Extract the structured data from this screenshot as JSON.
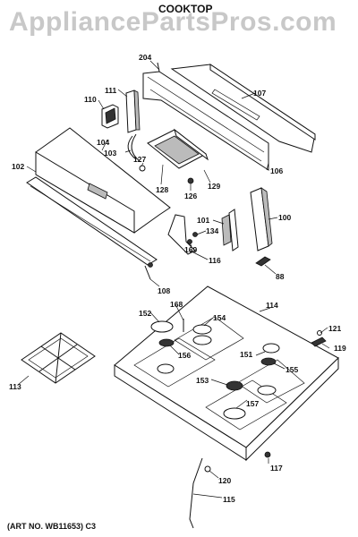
{
  "header": {
    "watermark": "AppliancePartsPros.com",
    "title": "COOKTOP"
  },
  "footer": {
    "art_number": "(ART NO. WB11653) C3"
  },
  "parts": [
    {
      "id": "p204",
      "label": "204"
    },
    {
      "id": "p107",
      "label": "107"
    },
    {
      "id": "p111",
      "label": "111"
    },
    {
      "id": "p110",
      "label": "110"
    },
    {
      "id": "p104",
      "label": "104"
    },
    {
      "id": "p103",
      "label": "103"
    },
    {
      "id": "p102",
      "label": "102"
    },
    {
      "id": "p127",
      "label": "127"
    },
    {
      "id": "p128",
      "label": "128"
    },
    {
      "id": "p126",
      "label": "126"
    },
    {
      "id": "p129",
      "label": "129"
    },
    {
      "id": "p106",
      "label": "106"
    },
    {
      "id": "p101",
      "label": "101"
    },
    {
      "id": "p134",
      "label": "134"
    },
    {
      "id": "p169",
      "label": "169"
    },
    {
      "id": "p100",
      "label": "100"
    },
    {
      "id": "p116",
      "label": "116"
    },
    {
      "id": "p88",
      "label": "88"
    },
    {
      "id": "p108",
      "label": "108"
    },
    {
      "id": "p168",
      "label": "168"
    },
    {
      "id": "p114",
      "label": "114"
    },
    {
      "id": "p152",
      "label": "152"
    },
    {
      "id": "p154",
      "label": "154"
    },
    {
      "id": "p121",
      "label": "121"
    },
    {
      "id": "p119",
      "label": "119"
    },
    {
      "id": "p156",
      "label": "156"
    },
    {
      "id": "p151",
      "label": "151"
    },
    {
      "id": "p113",
      "label": "113"
    },
    {
      "id": "p153",
      "label": "153"
    },
    {
      "id": "p155",
      "label": "155"
    },
    {
      "id": "p157",
      "label": "157"
    },
    {
      "id": "p120",
      "label": "120"
    },
    {
      "id": "p117",
      "label": "117"
    },
    {
      "id": "p115",
      "label": "115"
    }
  ]
}
